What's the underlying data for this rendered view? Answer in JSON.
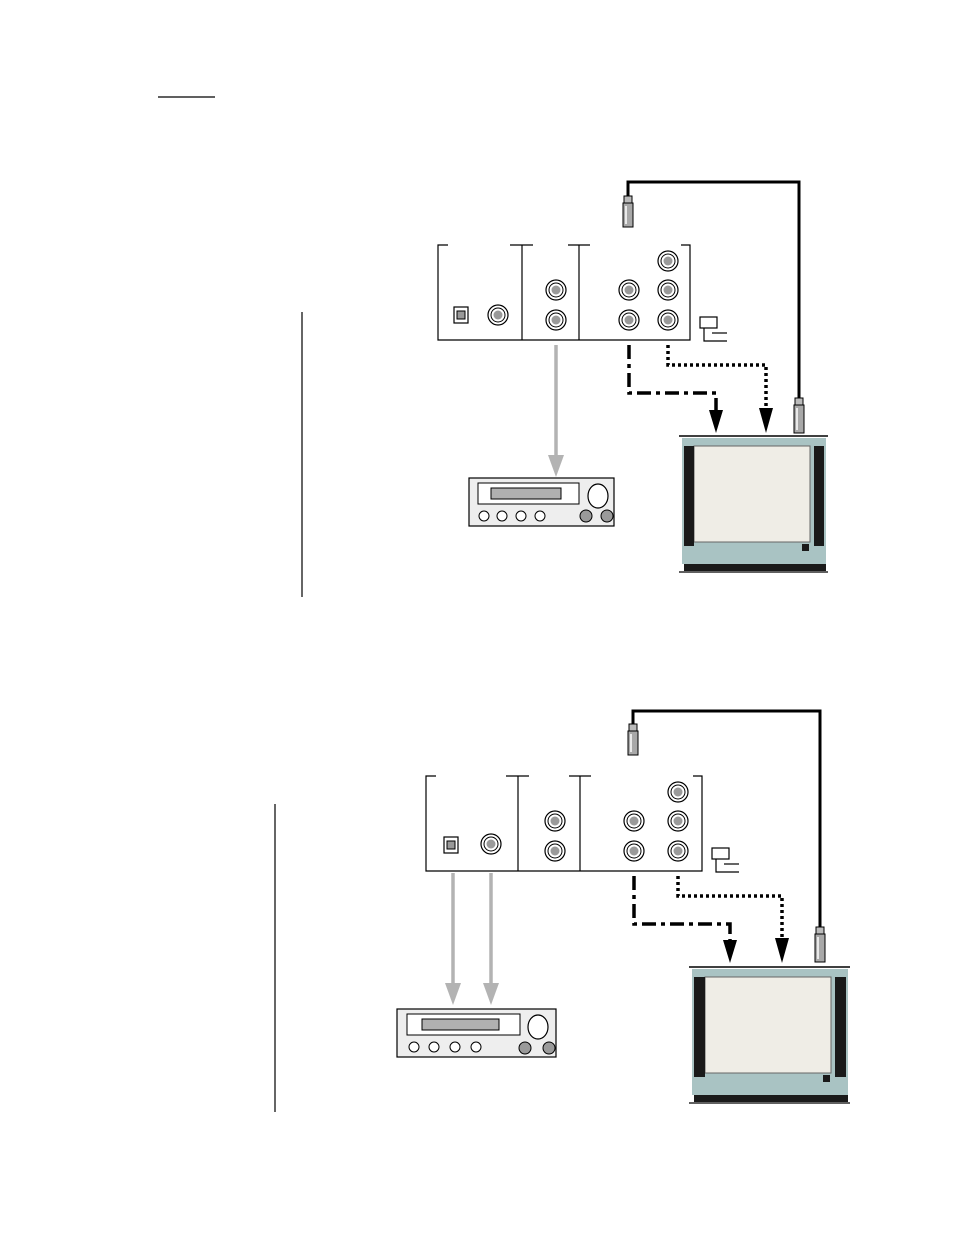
{
  "colors": {
    "line": "#000000",
    "gray_arrow": "#b3b3b3",
    "jack_fill": "#9a9a9a",
    "tv_bezel": "#a9c3c3",
    "tv_screen": "#efede6",
    "tv_dark": "#1a1a1a",
    "receiver_panel": "#eeeeee",
    "receiver_display": "#b0b0b0",
    "plug_fill": "#a8a8a8"
  },
  "icons": [
    "player-back-panel-icon",
    "rca-jack-icon",
    "optical-port-icon",
    "coax-plug-icon",
    "audio-receiver-icon",
    "television-icon",
    "down-arrow-icon"
  ],
  "diagrams": [
    {
      "name": "connection-diagram-analog-audio",
      "receiver_links": 1
    },
    {
      "name": "connection-diagram-digital-audio",
      "receiver_links": 2
    }
  ]
}
